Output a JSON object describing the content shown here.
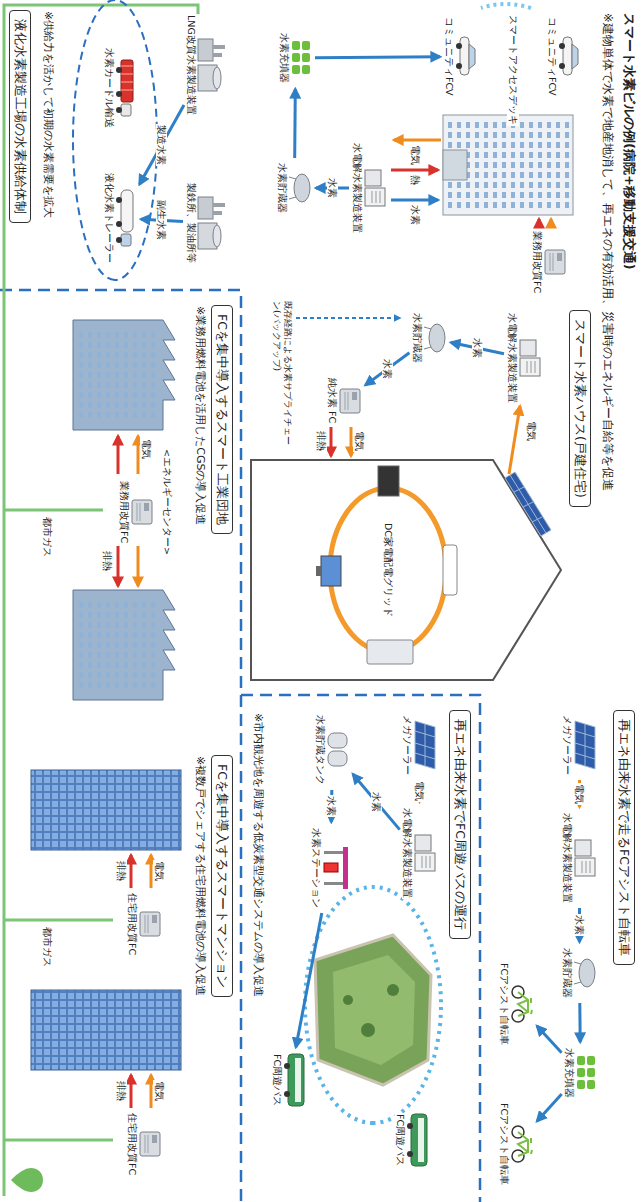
{
  "diagram": {
    "nodes": [
      {
        "text": [
          "コミュニティFCV"
        ]
      },
      {
        "text": [
          "業務用改質FC"
        ]
      },
      {
        "text": [
          "コミュニティFCV"
        ]
      },
      {
        "text": [
          "水電解水素製造装置"
        ]
      },
      {
        "text": [
          "水素充填器"
        ]
      },
      {
        "text": [
          "水素貯蔵器"
        ]
      },
      {
        "text": [
          "スマート水素ハウス(戸建住宅)"
        ]
      },
      {
        "text": [
          "水電解水素製造装置"
        ]
      },
      {
        "text": [
          "水素貯蔵器"
        ]
      },
      {
        "text": [
          "純水素 FC"
        ]
      },
      {
        "text": [
          "再エネ由来水素で走るFCアシスト自転車"
        ]
      },
      {
        "text": [
          "メガソーラー"
        ]
      },
      {
        "text": [
          "水電解水素製造装置"
        ]
      },
      {
        "text": [
          "水素貯蔵器"
        ]
      },
      {
        "text": [
          "水素充填器"
        ]
      },
      {
        "text": [
          "FCアシスト自転車"
        ]
      },
      {
        "text": [
          "FCアシスト自転車"
        ]
      },
      {
        "text": [
          "再エネ由来水素でFC周遊バスの運行"
        ]
      },
      {
        "text": [
          "メガソーラー"
        ]
      },
      {
        "text": [
          "水電解水素製造装置"
        ]
      },
      {
        "text": [
          "水素貯蔵タンク"
        ]
      },
      {
        "text": [
          "水素ステーション"
        ]
      },
      {
        "text": [
          "FC周遊バス"
        ]
      },
      {
        "text": [
          "FC周遊バス"
        ]
      },
      {
        "text": [
          "液化水素製造工場の水素供給体制"
        ]
      },
      {
        "text": [
          "LNG改質水素製造装置"
        ]
      },
      {
        "text": [
          "製鉄所、製油所等"
        ]
      },
      {
        "text": [
          "水素カードル輸送"
        ]
      },
      {
        "text": [
          "液化水素トレーラー"
        ]
      },
      {
        "text": [
          "FCを集中導入するスマート工業団地"
        ]
      },
      {
        "text": [
          "業務用改質FC"
        ]
      },
      {
        "text": [
          "FCを集中導入するスマートマンション"
        ]
      },
      {
        "text": [
          "住宅用改質FC"
        ]
      },
      {
        "text": [
          "住宅用改質FC"
        ]
      }
    ],
    "edges": [
      {
        "from": 3,
        "to": 5,
        "label": "水素",
        "arrow": "to"
      },
      {
        "from": 5,
        "to": 4,
        "arrow": "to"
      },
      {
        "from": 4,
        "to": 2,
        "arrow": "to"
      },
      {
        "from": 7,
        "to": 8,
        "label": "水素",
        "arrow": "to"
      },
      {
        "from": 8,
        "to": 9,
        "label": "水素",
        "arrow": "to"
      },
      {
        "from": 11,
        "to": 12,
        "label": "電気",
        "arrow": "to"
      },
      {
        "from": 12,
        "to": 13,
        "label": "水素",
        "arrow": "to"
      },
      {
        "from": 13,
        "to": 14,
        "arrow": "to"
      },
      {
        "from": 14,
        "to": 15,
        "arrow": "to"
      },
      {
        "from": 14,
        "to": 16,
        "arrow": "to"
      },
      {
        "from": 18,
        "to": 19,
        "label": "電気",
        "arrow": "to"
      },
      {
        "from": 19,
        "to": 20,
        "label": "水素",
        "arrow": "to"
      },
      {
        "from": 20,
        "to": 21,
        "label": "水素",
        "arrow": "to"
      },
      {
        "from": 21,
        "to": 23,
        "arrow": "to"
      },
      {
        "from": 25,
        "to": 28,
        "label": "製造水素",
        "arrow": "to"
      },
      {
        "from": 26,
        "to": 28,
        "label": "副生水素",
        "arrow": "to"
      }
    ],
    "labels": [
      "スマート水素ビルの例(病院+移動支援交通)",
      "※建物単体で水素で地産地消して、再エネの有効活用、災害時のエネルギー自給等を促進",
      "スマートアクセスデッキ",
      "電気",
      "熱",
      "水素",
      "電気",
      "電気",
      "排熱",
      "DC家電配電グリッド",
      "既存経路による水素サプライチェーン(バックアップ)",
      "※市内観光地を周遊する低炭素型交通システムの導入促進",
      "※供給力を活かして初期の水素需要を拡大",
      "※業務用燃料電池を活用したCGSの導入促進",
      "<エネルギーセンター>",
      "電気",
      "排熱",
      "都市ガス",
      "※複数戸でシェアする住宅用燃料電池の導入促進",
      "電気",
      "排熱",
      "電気",
      "排熱",
      "都市ガス"
    ]
  }
}
